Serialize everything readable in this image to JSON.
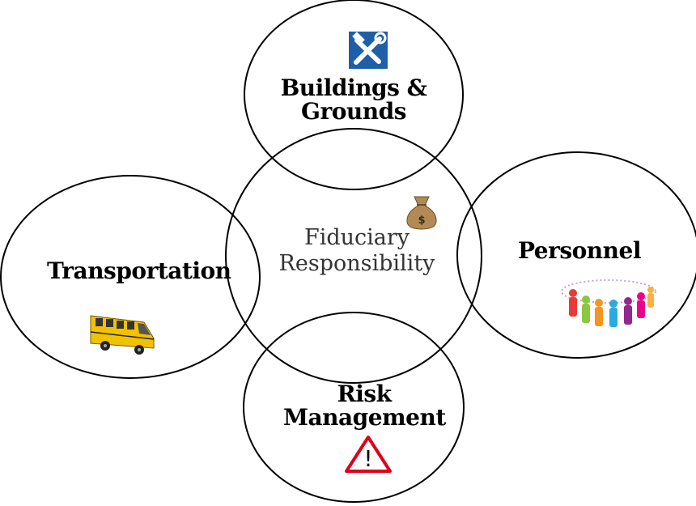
{
  "diagram": {
    "center": {
      "label_line1": "Fiduciary",
      "label_line2": "Responsibility"
    },
    "nodes": [
      {
        "id": "buildings",
        "label_line1": "Buildings &",
        "label_line2": "Grounds",
        "icon": "tools-icon"
      },
      {
        "id": "transportation",
        "label": "Transportation",
        "icon": "school-bus-icon"
      },
      {
        "id": "personnel",
        "label": "Personnel",
        "icon": "people-circle-icon"
      },
      {
        "id": "risk",
        "label_line1": "Risk",
        "label_line2": "Management",
        "icon": "warning-icon"
      }
    ],
    "center_icon": "money-bag-icon"
  },
  "colors": {
    "stroke": "#000000",
    "tools_bg": "#1e5fa8",
    "bus": "#f2c200",
    "warning": "#e0001a"
  }
}
